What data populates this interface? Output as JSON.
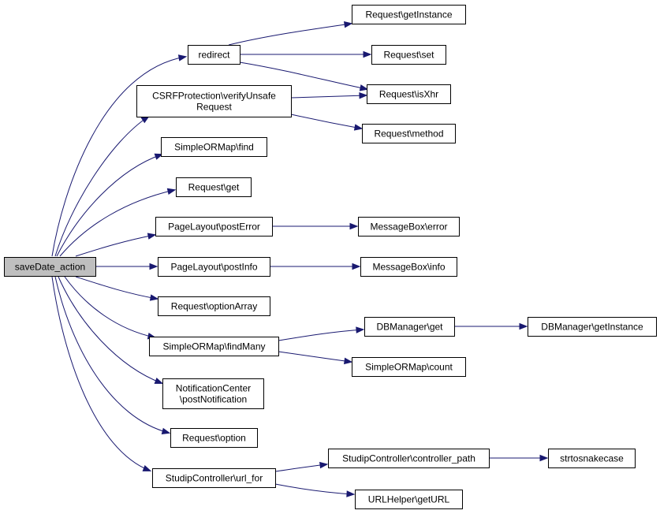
{
  "diagram": {
    "nodes": [
      {
        "id": "saveDate_action",
        "lines": [
          "saveDate_action"
        ],
        "root": true
      },
      {
        "id": "redirect",
        "lines": [
          "redirect"
        ]
      },
      {
        "id": "csrf",
        "lines": [
          "CSRFProtection\\verifyUnsafe",
          "Request"
        ]
      },
      {
        "id": "sorm_find",
        "lines": [
          "SimpleORMap\\find"
        ]
      },
      {
        "id": "req_get",
        "lines": [
          "Request\\get"
        ]
      },
      {
        "id": "pl_posterror",
        "lines": [
          "PageLayout\\postError"
        ]
      },
      {
        "id": "pl_postinfo",
        "lines": [
          "PageLayout\\postInfo"
        ]
      },
      {
        "id": "req_optarray",
        "lines": [
          "Request\\optionArray"
        ]
      },
      {
        "id": "sorm_findmany",
        "lines": [
          "SimpleORMap\\findMany"
        ]
      },
      {
        "id": "notif",
        "lines": [
          "NotificationCenter",
          "\\postNotification"
        ]
      },
      {
        "id": "req_option",
        "lines": [
          "Request\\option"
        ]
      },
      {
        "id": "sc_urlfor",
        "lines": [
          "StudipController\\url_for"
        ]
      },
      {
        "id": "req_getinst",
        "lines": [
          "Request\\getInstance"
        ]
      },
      {
        "id": "req_set",
        "lines": [
          "Request\\set"
        ]
      },
      {
        "id": "req_isxhr",
        "lines": [
          "Request\\isXhr"
        ]
      },
      {
        "id": "req_method",
        "lines": [
          "Request\\method"
        ]
      },
      {
        "id": "mb_error",
        "lines": [
          "MessageBox\\error"
        ]
      },
      {
        "id": "mb_info",
        "lines": [
          "MessageBox\\info"
        ]
      },
      {
        "id": "dbm_get",
        "lines": [
          "DBManager\\get"
        ]
      },
      {
        "id": "sorm_count",
        "lines": [
          "SimpleORMap\\count"
        ]
      },
      {
        "id": "sc_ctrlpath",
        "lines": [
          "StudipController\\controller_path"
        ]
      },
      {
        "id": "urlh_geturl",
        "lines": [
          "URLHelper\\getURL"
        ]
      },
      {
        "id": "dbm_getinst",
        "lines": [
          "DBManager\\getInstance"
        ]
      },
      {
        "id": "strtosnake",
        "lines": [
          "strtosnakecase"
        ]
      }
    ],
    "edges": [
      {
        "from": "saveDate_action",
        "to": "redirect"
      },
      {
        "from": "saveDate_action",
        "to": "csrf"
      },
      {
        "from": "saveDate_action",
        "to": "sorm_find"
      },
      {
        "from": "saveDate_action",
        "to": "req_get"
      },
      {
        "from": "saveDate_action",
        "to": "pl_posterror"
      },
      {
        "from": "saveDate_action",
        "to": "pl_postinfo"
      },
      {
        "from": "saveDate_action",
        "to": "req_optarray"
      },
      {
        "from": "saveDate_action",
        "to": "sorm_findmany"
      },
      {
        "from": "saveDate_action",
        "to": "notif"
      },
      {
        "from": "saveDate_action",
        "to": "req_option"
      },
      {
        "from": "saveDate_action",
        "to": "sc_urlfor"
      },
      {
        "from": "redirect",
        "to": "req_getinst"
      },
      {
        "from": "redirect",
        "to": "req_set"
      },
      {
        "from": "redirect",
        "to": "req_isxhr"
      },
      {
        "from": "csrf",
        "to": "req_isxhr"
      },
      {
        "from": "csrf",
        "to": "req_method"
      },
      {
        "from": "pl_posterror",
        "to": "mb_error"
      },
      {
        "from": "pl_postinfo",
        "to": "mb_info"
      },
      {
        "from": "sorm_findmany",
        "to": "dbm_get"
      },
      {
        "from": "sorm_findmany",
        "to": "sorm_count"
      },
      {
        "from": "dbm_get",
        "to": "dbm_getinst"
      },
      {
        "from": "sc_urlfor",
        "to": "sc_ctrlpath"
      },
      {
        "from": "sc_urlfor",
        "to": "urlh_geturl"
      },
      {
        "from": "sc_ctrlpath",
        "to": "strtosnake"
      }
    ],
    "colors": {
      "edge": "#191970",
      "root_fill": "#bfbfbf",
      "node_fill": "#ffffff"
    }
  }
}
